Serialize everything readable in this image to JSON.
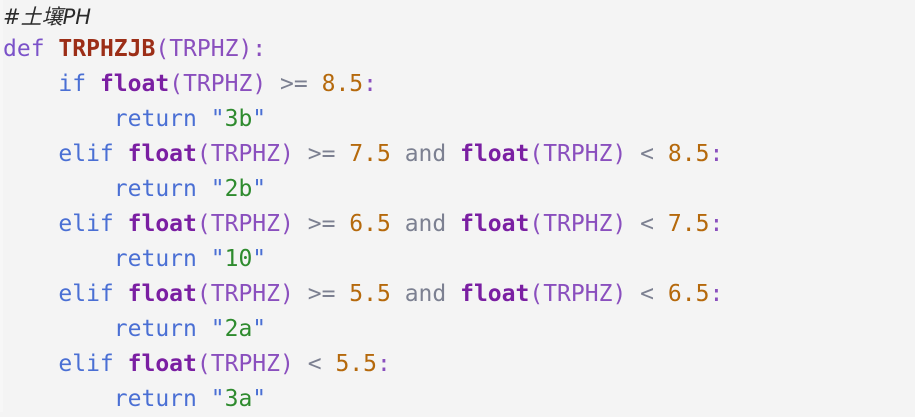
{
  "editor": {
    "background_color": "#f4f4f4",
    "language": "python",
    "line_count": 12
  },
  "colors": {
    "comment": "#2b2b2b",
    "keyword_def": "#7b52c9",
    "keyword_flow": "#4a6fd4",
    "function_name": "#9c2e17",
    "builtin": "#7a1fa2",
    "punctuation": "#8a4fbe",
    "identifier": "#8a4fbe",
    "operator": "#7c8091",
    "number": "#b5690c",
    "string": "#2e8b2e",
    "quote": "#4a6fd4"
  },
  "code": {
    "lines": [
      {
        "indent": "",
        "tokens": [
          {
            "type": "comment",
            "text": "#土壤PH"
          }
        ]
      },
      {
        "indent": "",
        "tokens": [
          {
            "type": "kw",
            "text": "def"
          },
          {
            "type": "plain",
            "text": " "
          },
          {
            "type": "fname",
            "text": "TRPHZJB"
          },
          {
            "type": "punct",
            "text": "("
          },
          {
            "type": "name",
            "text": "TRPHZ"
          },
          {
            "type": "punct",
            "text": "):"
          }
        ]
      },
      {
        "indent": "    ",
        "tokens": [
          {
            "type": "kw2",
            "text": "if"
          },
          {
            "type": "plain",
            "text": " "
          },
          {
            "type": "builtin",
            "text": "float"
          },
          {
            "type": "punct",
            "text": "("
          },
          {
            "type": "name",
            "text": "TRPHZ"
          },
          {
            "type": "punct",
            "text": ")"
          },
          {
            "type": "plain",
            "text": " "
          },
          {
            "type": "op",
            "text": ">="
          },
          {
            "type": "plain",
            "text": " "
          },
          {
            "type": "num",
            "text": "8.5"
          },
          {
            "type": "punct",
            "text": ":"
          }
        ]
      },
      {
        "indent": "        ",
        "tokens": [
          {
            "type": "kw2",
            "text": "return"
          },
          {
            "type": "plain",
            "text": " "
          },
          {
            "type": "quote",
            "text": "\""
          },
          {
            "type": "str",
            "text": "3b"
          },
          {
            "type": "quote",
            "text": "\""
          }
        ]
      },
      {
        "indent": "    ",
        "tokens": [
          {
            "type": "kw2",
            "text": "elif"
          },
          {
            "type": "plain",
            "text": " "
          },
          {
            "type": "builtin",
            "text": "float"
          },
          {
            "type": "punct",
            "text": "("
          },
          {
            "type": "name",
            "text": "TRPHZ"
          },
          {
            "type": "punct",
            "text": ")"
          },
          {
            "type": "plain",
            "text": " "
          },
          {
            "type": "op",
            "text": ">="
          },
          {
            "type": "plain",
            "text": " "
          },
          {
            "type": "num",
            "text": "7.5"
          },
          {
            "type": "plain",
            "text": " "
          },
          {
            "type": "op",
            "text": "and"
          },
          {
            "type": "plain",
            "text": " "
          },
          {
            "type": "builtin",
            "text": "float"
          },
          {
            "type": "punct",
            "text": "("
          },
          {
            "type": "name",
            "text": "TRPHZ"
          },
          {
            "type": "punct",
            "text": ")"
          },
          {
            "type": "plain",
            "text": " "
          },
          {
            "type": "op",
            "text": "<"
          },
          {
            "type": "plain",
            "text": " "
          },
          {
            "type": "num",
            "text": "8.5"
          },
          {
            "type": "punct",
            "text": ":"
          }
        ]
      },
      {
        "indent": "        ",
        "tokens": [
          {
            "type": "kw2",
            "text": "return"
          },
          {
            "type": "plain",
            "text": " "
          },
          {
            "type": "quote",
            "text": "\""
          },
          {
            "type": "str",
            "text": "2b"
          },
          {
            "type": "quote",
            "text": "\""
          }
        ]
      },
      {
        "indent": "    ",
        "tokens": [
          {
            "type": "kw2",
            "text": "elif"
          },
          {
            "type": "plain",
            "text": " "
          },
          {
            "type": "builtin",
            "text": "float"
          },
          {
            "type": "punct",
            "text": "("
          },
          {
            "type": "name",
            "text": "TRPHZ"
          },
          {
            "type": "punct",
            "text": ")"
          },
          {
            "type": "plain",
            "text": " "
          },
          {
            "type": "op",
            "text": ">="
          },
          {
            "type": "plain",
            "text": " "
          },
          {
            "type": "num",
            "text": "6.5"
          },
          {
            "type": "plain",
            "text": " "
          },
          {
            "type": "op",
            "text": "and"
          },
          {
            "type": "plain",
            "text": " "
          },
          {
            "type": "builtin",
            "text": "float"
          },
          {
            "type": "punct",
            "text": "("
          },
          {
            "type": "name",
            "text": "TRPHZ"
          },
          {
            "type": "punct",
            "text": ")"
          },
          {
            "type": "plain",
            "text": " "
          },
          {
            "type": "op",
            "text": "<"
          },
          {
            "type": "plain",
            "text": " "
          },
          {
            "type": "num",
            "text": "7.5"
          },
          {
            "type": "punct",
            "text": ":"
          }
        ]
      },
      {
        "indent": "        ",
        "tokens": [
          {
            "type": "kw2",
            "text": "return"
          },
          {
            "type": "plain",
            "text": " "
          },
          {
            "type": "quote",
            "text": "\""
          },
          {
            "type": "str",
            "text": "10"
          },
          {
            "type": "quote",
            "text": "\""
          }
        ]
      },
      {
        "indent": "    ",
        "tokens": [
          {
            "type": "kw2",
            "text": "elif"
          },
          {
            "type": "plain",
            "text": " "
          },
          {
            "type": "builtin",
            "text": "float"
          },
          {
            "type": "punct",
            "text": "("
          },
          {
            "type": "name",
            "text": "TRPHZ"
          },
          {
            "type": "punct",
            "text": ")"
          },
          {
            "type": "plain",
            "text": " "
          },
          {
            "type": "op",
            "text": ">="
          },
          {
            "type": "plain",
            "text": " "
          },
          {
            "type": "num",
            "text": "5.5"
          },
          {
            "type": "plain",
            "text": " "
          },
          {
            "type": "op",
            "text": "and"
          },
          {
            "type": "plain",
            "text": " "
          },
          {
            "type": "builtin",
            "text": "float"
          },
          {
            "type": "punct",
            "text": "("
          },
          {
            "type": "name",
            "text": "TRPHZ"
          },
          {
            "type": "punct",
            "text": ")"
          },
          {
            "type": "plain",
            "text": " "
          },
          {
            "type": "op",
            "text": "<"
          },
          {
            "type": "plain",
            "text": " "
          },
          {
            "type": "num",
            "text": "6.5"
          },
          {
            "type": "punct",
            "text": ":"
          }
        ]
      },
      {
        "indent": "        ",
        "tokens": [
          {
            "type": "kw2",
            "text": "return"
          },
          {
            "type": "plain",
            "text": " "
          },
          {
            "type": "quote",
            "text": "\""
          },
          {
            "type": "str",
            "text": "2a"
          },
          {
            "type": "quote",
            "text": "\""
          }
        ]
      },
      {
        "indent": "    ",
        "tokens": [
          {
            "type": "kw2",
            "text": "elif"
          },
          {
            "type": "plain",
            "text": " "
          },
          {
            "type": "builtin",
            "text": "float"
          },
          {
            "type": "punct",
            "text": "("
          },
          {
            "type": "name",
            "text": "TRPHZ"
          },
          {
            "type": "punct",
            "text": ")"
          },
          {
            "type": "plain",
            "text": " "
          },
          {
            "type": "op",
            "text": "<"
          },
          {
            "type": "plain",
            "text": " "
          },
          {
            "type": "num",
            "text": "5.5"
          },
          {
            "type": "punct",
            "text": ":"
          }
        ]
      },
      {
        "indent": "        ",
        "tokens": [
          {
            "type": "kw2",
            "text": "return"
          },
          {
            "type": "plain",
            "text": " "
          },
          {
            "type": "quote",
            "text": "\""
          },
          {
            "type": "str",
            "text": "3a"
          },
          {
            "type": "quote",
            "text": "\""
          }
        ]
      }
    ]
  }
}
